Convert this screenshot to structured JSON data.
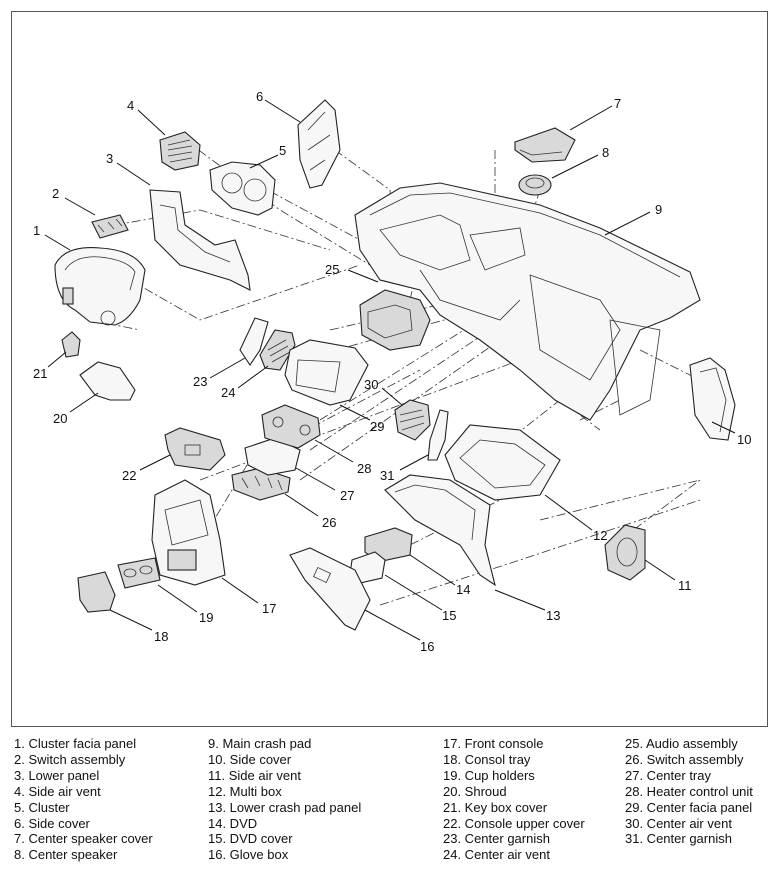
{
  "callouts": [
    {
      "id": "c1",
      "label": "1"
    },
    {
      "id": "c2",
      "label": "2"
    },
    {
      "id": "c3",
      "label": "3"
    },
    {
      "id": "c4",
      "label": "4"
    },
    {
      "id": "c5",
      "label": "5"
    },
    {
      "id": "c6",
      "label": "6"
    },
    {
      "id": "c7",
      "label": "7"
    },
    {
      "id": "c8",
      "label": "8"
    },
    {
      "id": "c9",
      "label": "9"
    },
    {
      "id": "c10",
      "label": "10"
    },
    {
      "id": "c11",
      "label": "11"
    },
    {
      "id": "c12",
      "label": "12"
    },
    {
      "id": "c13",
      "label": "13"
    },
    {
      "id": "c14",
      "label": "14"
    },
    {
      "id": "c15",
      "label": "15"
    },
    {
      "id": "c16",
      "label": "16"
    },
    {
      "id": "c17",
      "label": "17"
    },
    {
      "id": "c18",
      "label": "18"
    },
    {
      "id": "c19",
      "label": "19"
    },
    {
      "id": "c20",
      "label": "20"
    },
    {
      "id": "c21",
      "label": "21"
    },
    {
      "id": "c22",
      "label": "22"
    },
    {
      "id": "c23",
      "label": "23"
    },
    {
      "id": "c24",
      "label": "24"
    },
    {
      "id": "c25",
      "label": "25"
    },
    {
      "id": "c26",
      "label": "26"
    },
    {
      "id": "c27",
      "label": "27"
    },
    {
      "id": "c28",
      "label": "28"
    },
    {
      "id": "c29",
      "label": "29"
    },
    {
      "id": "c30",
      "label": "30"
    },
    {
      "id": "c31",
      "label": "31"
    }
  ],
  "legend": {
    "columns": [
      [
        "1. Cluster facia panel",
        "2. Switch assembly",
        "3. Lower panel",
        "4. Side air vent",
        "5. Cluster",
        "6. Side cover",
        "7. Center speaker cover",
        "8. Center speaker"
      ],
      [
        "9. Main crash pad",
        "10. Side cover",
        "11. Side air vent",
        "12. Multi box",
        "13. Lower crash pad panel",
        "14. DVD",
        "15. DVD cover",
        "16. Glove box"
      ],
      [
        "17. Front console",
        "18. Consol tray",
        "19. Cup holders",
        "20. Shroud",
        "21. Key box cover",
        "22. Console upper cover",
        "23. Center garnish",
        "24. Center air vent"
      ],
      [
        "25. Audio assembly",
        "26. Switch assembly",
        "27. Center tray",
        "28. Heater control unit",
        "29. Center facia panel",
        "30. Center air vent",
        "31. Center garnish"
      ]
    ]
  }
}
